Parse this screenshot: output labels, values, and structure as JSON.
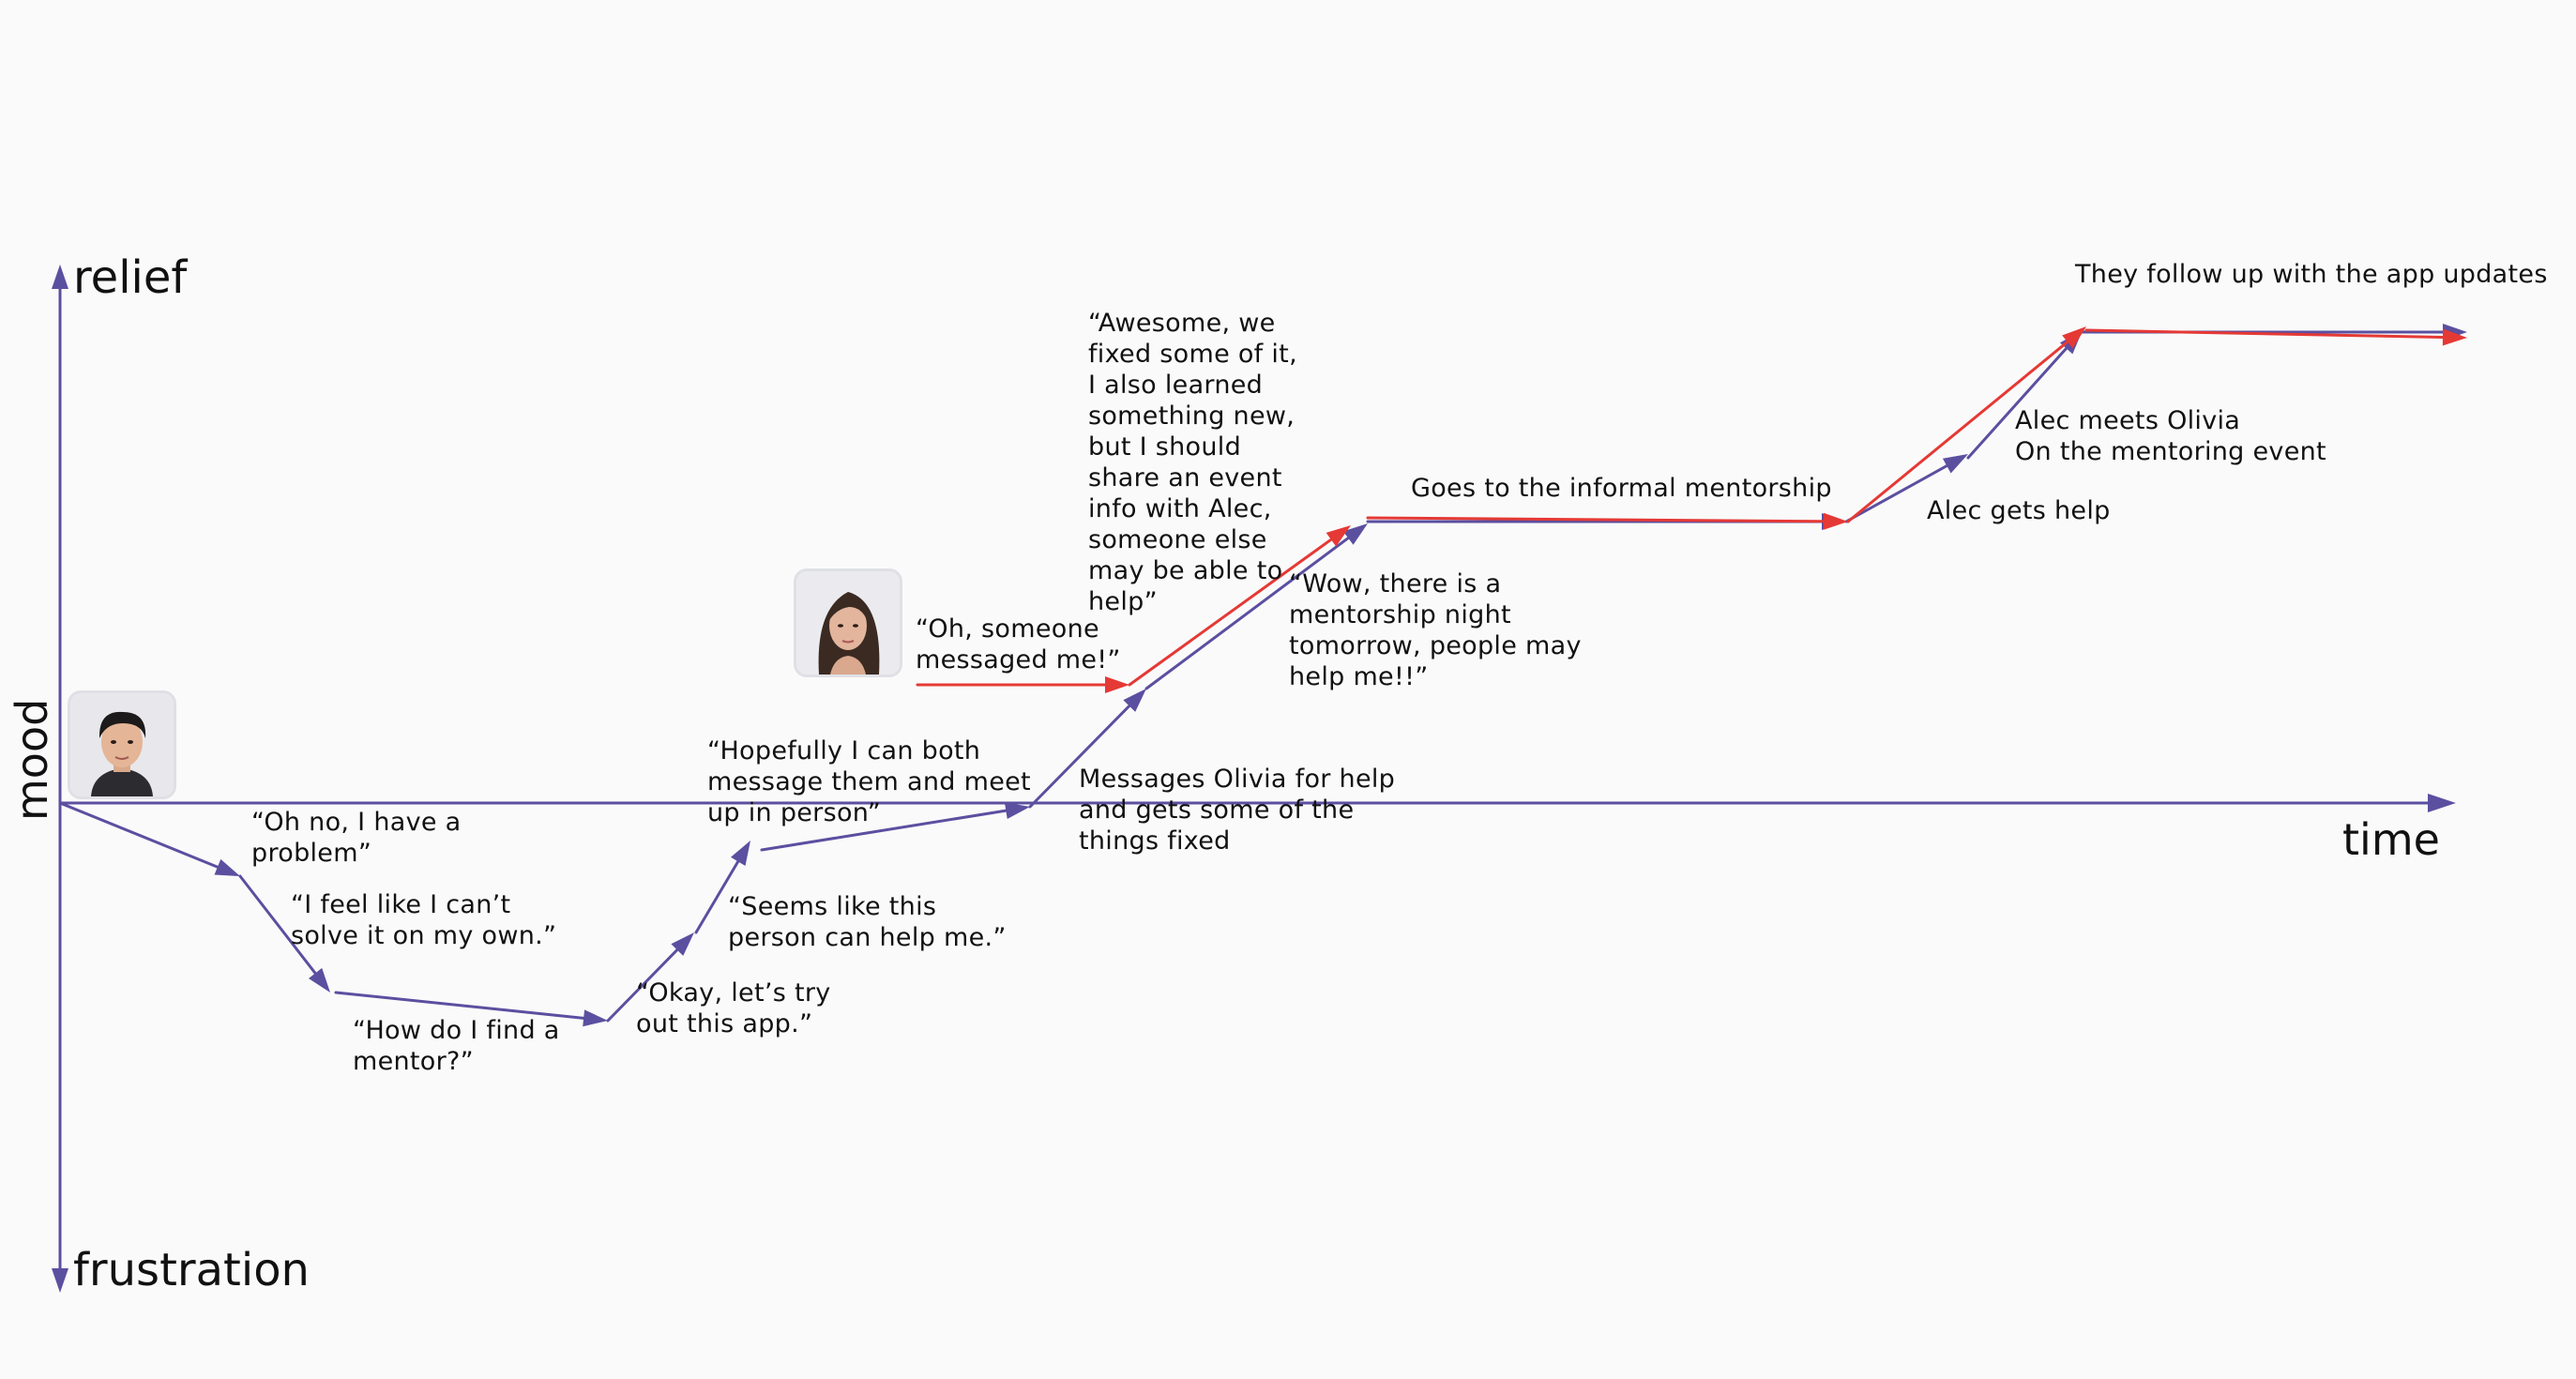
{
  "axes": {
    "y_top": "relief",
    "y_bottom": "frustration",
    "y_mid": "mood",
    "x_right": "time"
  },
  "colors": {
    "alec_path": "#5b4fa0",
    "olivia_path": "#e53935",
    "text": "#111111",
    "background": "#fafafa"
  },
  "avatars": {
    "alec": "man-avatar-icon",
    "olivia": "woman-avatar-icon"
  },
  "annotations": {
    "oh_no": "“Oh no, I have a\nproblem”",
    "cant_solve": "“I feel like I can’t\nsolve it on my own.”",
    "find_mentor": "“How do I find a\nmentor?”",
    "try_app": "“Okay, let’s try\nout this app.”",
    "can_help": "“Seems like this\nperson can help me.”",
    "hopefully": "“Hopefully I can both\nmessage them and meet\nup in person”",
    "messages_olivia": "Messages Olivia for help\nand gets some of the\nthings fixed",
    "someone_messaged": "“Oh, someone\nmessaged me!”",
    "awesome": "“Awesome, we\nfixed some of it,\nI also learned\nsomething new,\nbut I should\nshare an event\ninfo with Alec,\nsomeone else\nmay be able to\nhelp”",
    "wow": "“Wow, there is a\nmentorship night\ntomorrow, people may\nhelp me!!”",
    "informal": "Goes to the informal mentorship",
    "gets_help": "Alec gets help",
    "meets_olivia": "Alec meets Olivia\nOn the mentoring event",
    "follow_up": "They follow up with the app updates"
  }
}
